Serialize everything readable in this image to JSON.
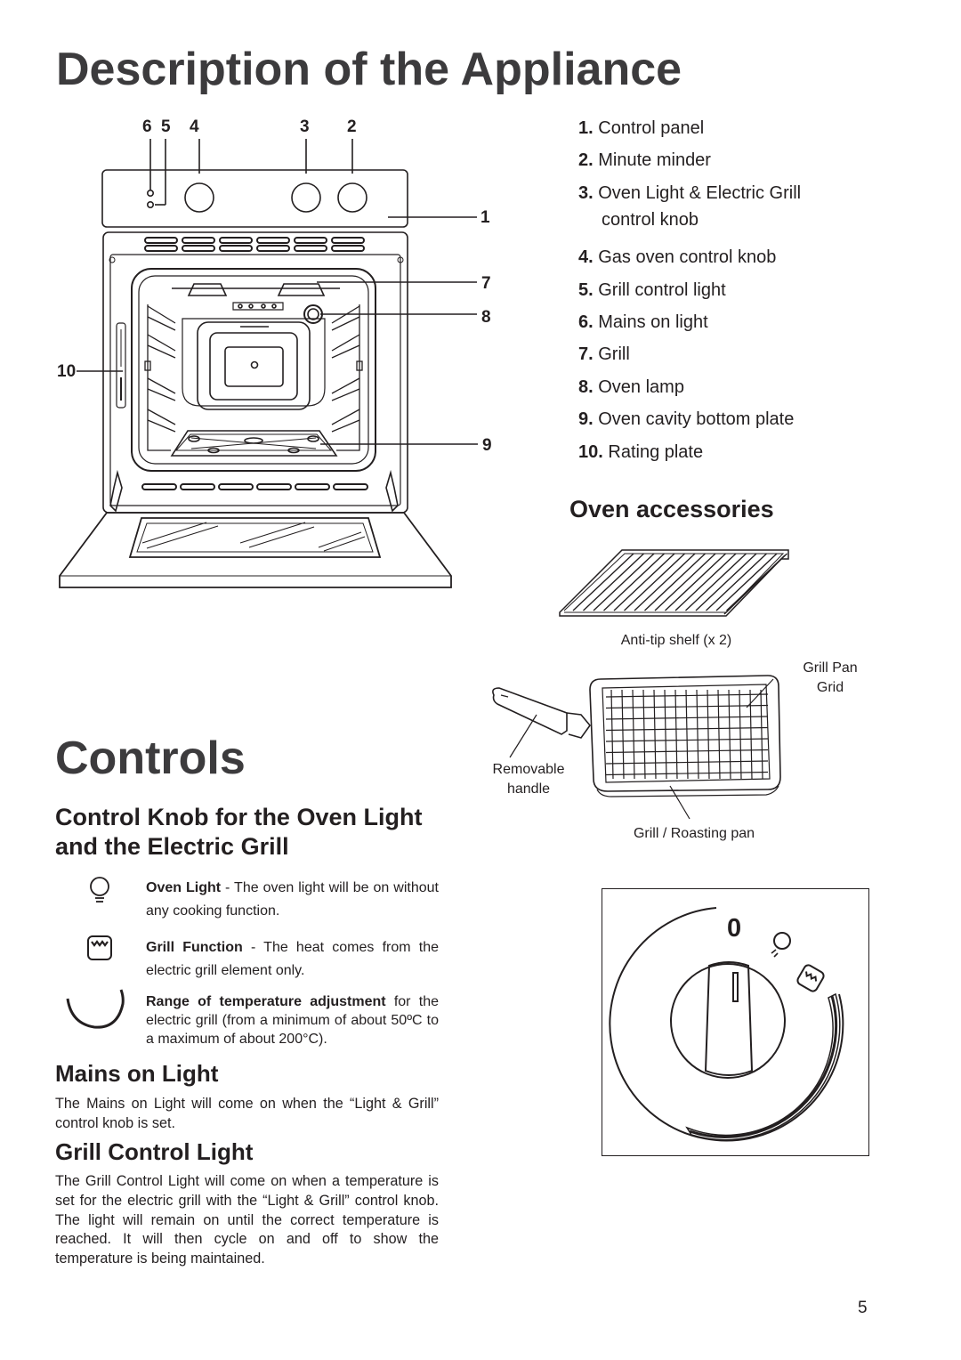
{
  "page": {
    "title": "Description of the Appliance",
    "page_number": "5"
  },
  "oven_diagram": {
    "callouts": {
      "c6": "6",
      "c5": "5",
      "c4": "4",
      "c3": "3",
      "c2": "2",
      "c1": "1",
      "c7": "7",
      "c8": "8",
      "c9": "9",
      "c10": "10"
    }
  },
  "legend": [
    {
      "num": "1.",
      "label": "Control panel"
    },
    {
      "num": "2.",
      "label": "Minute minder"
    },
    {
      "num": "3.",
      "label": "Oven Light & Electric Grill",
      "label_cont": "control knob"
    },
    {
      "num": "4.",
      "label": "Gas oven control knob"
    },
    {
      "num": "5.",
      "label": "Grill control light"
    },
    {
      "num": "6.",
      "label": "Mains on light"
    },
    {
      "num": "7.",
      "label": "Grill"
    },
    {
      "num": "8.",
      "label": "Oven lamp"
    },
    {
      "num": "9.",
      "label": "Oven cavity bottom plate"
    },
    {
      "num": "10.",
      "label": "Rating plate"
    }
  ],
  "accessories": {
    "heading": "Oven accessories",
    "shelf_caption": "Anti-tip shelf (x 2)",
    "grill_pan_grid_line1": "Grill Pan",
    "grill_pan_grid_line2": "Grid",
    "handle_line1": "Removable",
    "handle_line2": "handle",
    "roasting_pan": "Grill / Roasting pan"
  },
  "controls": {
    "heading": "Controls",
    "knob_heading_line1": "Control Knob for the Oven Light",
    "knob_heading_line2": "and the Electric Grill",
    "items": [
      {
        "icon": "light-bulb-icon",
        "term": "Oven Light",
        "text": " - The oven light will be on without any cooking function."
      },
      {
        "icon": "grill-element-icon",
        "term": "Grill Function",
        "text": " - The heat comes from the electric grill element only."
      },
      {
        "icon": "temperature-range-arc-icon",
        "term": "Range of temperature adjustment",
        "text": " for the electric grill (from a minimum of about 50ºC to a maximum of about 200°C)."
      }
    ],
    "knob_zero": "0",
    "mains_heading": "Mains on Light",
    "mains_text": "The Mains on Light will come on when the “Light & Grill” control knob is set.",
    "grill_light_heading": "Grill Control Light",
    "grill_light_text": "The Grill Control Light will come on when a temperature is set for the electric grill with the “Light & Grill” control knob. The light will remain on until the correct temperature is reached. It will then cycle on and off to show the temperature is being maintained."
  }
}
